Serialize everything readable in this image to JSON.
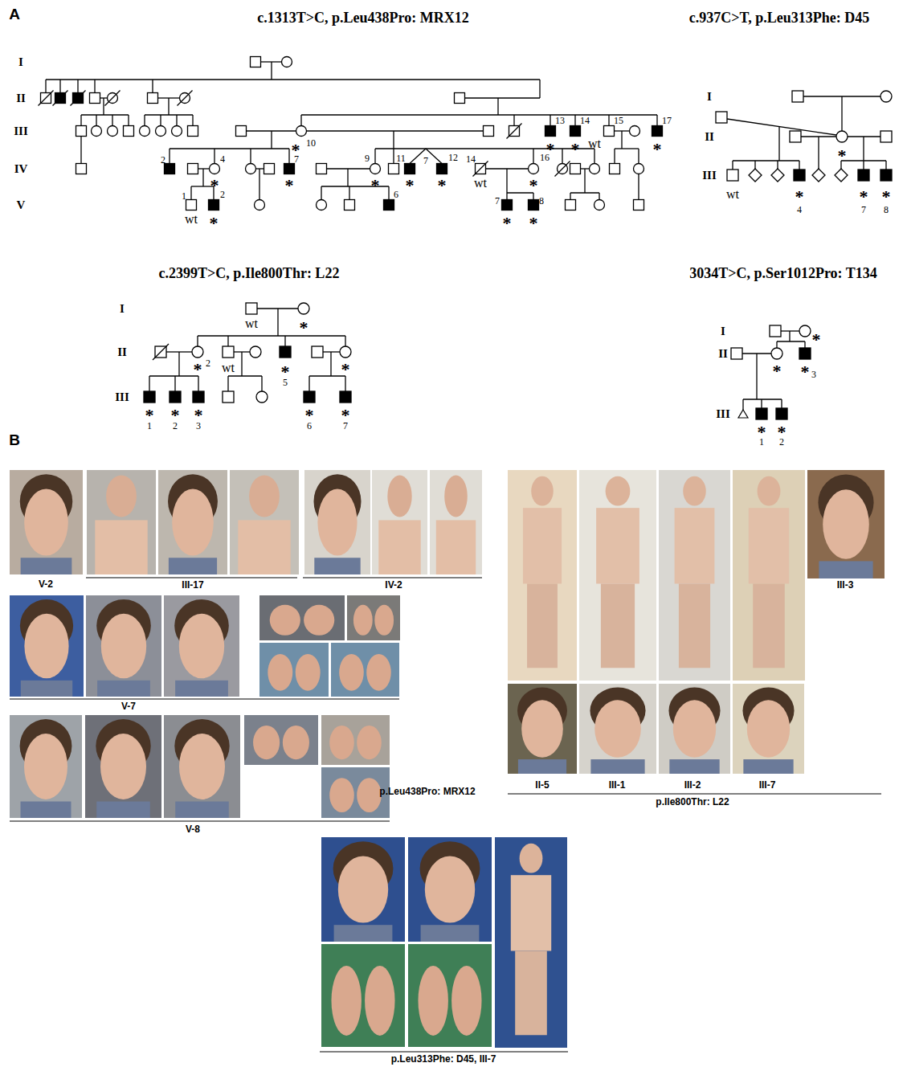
{
  "diagram": {
    "labels": [
      "A",
      "c.1313T>C, p.Leu438Pro: MRX12",
      "c.937C>T, p.Leu313Phe: D45",
      "I",
      "II",
      "III",
      "IV",
      "V",
      "13",
      "*",
      "14",
      "*",
      "wt",
      "15",
      "17",
      "*",
      "*",
      "10",
      "2",
      "4",
      "*",
      "7",
      "*",
      "9",
      "*",
      "11",
      "*",
      "7",
      "12",
      "*",
      "14",
      "wt",
      "16",
      "*",
      "1",
      "wt",
      "2",
      "*",
      "6",
      "7",
      "*",
      "8",
      "*",
      "I",
      "II",
      "III",
      "*",
      "wt",
      "*",
      "4",
      "*",
      "7",
      "*",
      "8",
      "c.2399T>C, p.Ile800Thr: L22",
      "3034T>C, p.Ser1012Pro: T134",
      "I",
      "II",
      "III",
      "wt",
      "*",
      "*",
      "2",
      "wt",
      "*",
      "5",
      "*",
      "*",
      "1",
      "*",
      "2",
      "*",
      "3",
      "*",
      "6",
      "*",
      "7",
      "I",
      "II",
      "III",
      "*",
      "*",
      "*",
      "3",
      "*",
      "1",
      "*",
      "2",
      "B",
      "V-2",
      "III-17",
      "IV-2",
      "V-7",
      "V-8",
      "p.Leu438Pro: MRX12",
      "II-5",
      "III-1",
      "III-2",
      "III-7",
      "III-3",
      "p.Ile800Thr: L22",
      "p.Leu313Phe: D45, III-7"
    ]
  }
}
